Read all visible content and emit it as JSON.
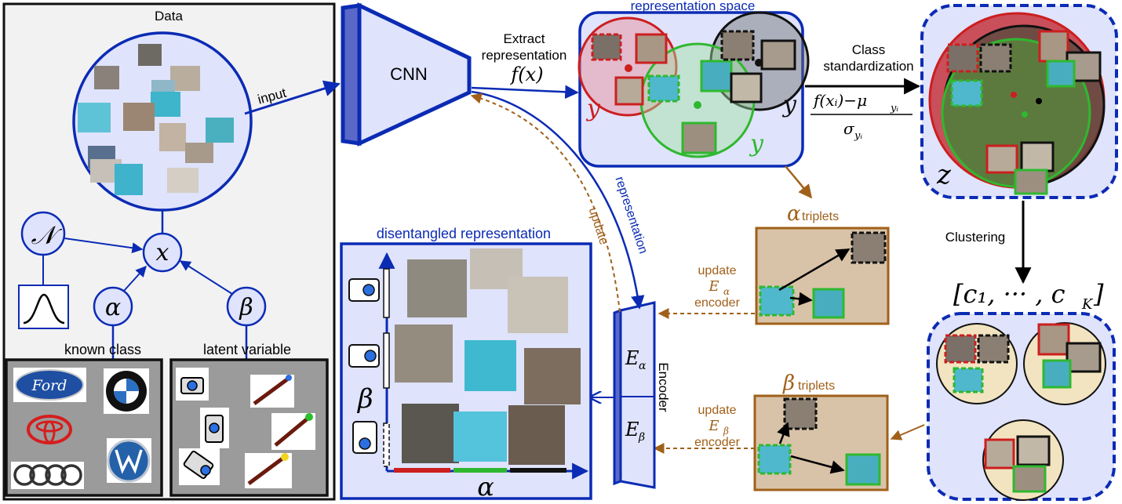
{
  "data_panel": {
    "title": "Data",
    "input_label": "input",
    "node_x": "x",
    "node_N": "𝒩",
    "node_alpha": "α",
    "node_beta": "β",
    "known_class_label": "known class",
    "latent_variable_label": "latent variable",
    "brand_logos": [
      "Ford",
      "BMW",
      "Toyota",
      "VW",
      "Audi"
    ]
  },
  "cnn": {
    "label": "CNN",
    "extract_label_line1": "Extract",
    "extract_label_line2": "representation",
    "fx_label": "f(x)"
  },
  "representation_space": {
    "title": "representation space",
    "y_red": "y",
    "y_green": "y",
    "y_black": "y"
  },
  "standardization": {
    "label_line1": "Class",
    "label_line2": "standardization",
    "numerator": "f(xᵢ)−μ",
    "numerator_sub": "yᵢ",
    "denominator": "σ",
    "denominator_sub": "yᵢ",
    "z_label": "z"
  },
  "clustering": {
    "label": "Clustering",
    "clusters_label": "[c₁, ··· , c",
    "clusters_sub": "K",
    "clusters_close": "]"
  },
  "triplets": {
    "alpha_symbol": "α",
    "alpha_label": "triplets",
    "beta_symbol": "β",
    "beta_label": "triplets"
  },
  "encoder": {
    "label": "Encoder",
    "E_alpha": "E",
    "E_alpha_sub": "α",
    "E_beta": "E",
    "E_beta_sub": "β",
    "update_alpha_line1": "update",
    "update_alpha_line2": "E",
    "update_alpha_sub": "α",
    "update_alpha_line3": "encoder",
    "update_beta_line1": "update",
    "update_beta_line2": "E",
    "update_beta_sub": "β",
    "update_beta_line3": "encoder"
  },
  "disentangled": {
    "title": "disentangled representation",
    "alpha_axis": "α",
    "beta_axis": "β"
  },
  "feedback": {
    "representation_label": "representation",
    "update_label": "update"
  },
  "colors": {
    "blue": "#0b2bb4",
    "panel_fill": "#dfe3fb",
    "brown": "#a0601a",
    "triplet_fill": "#d9c3a8",
    "cluster_fill": "#f2e4c0",
    "red": "#cc1f1f",
    "green": "#2fb82f"
  }
}
